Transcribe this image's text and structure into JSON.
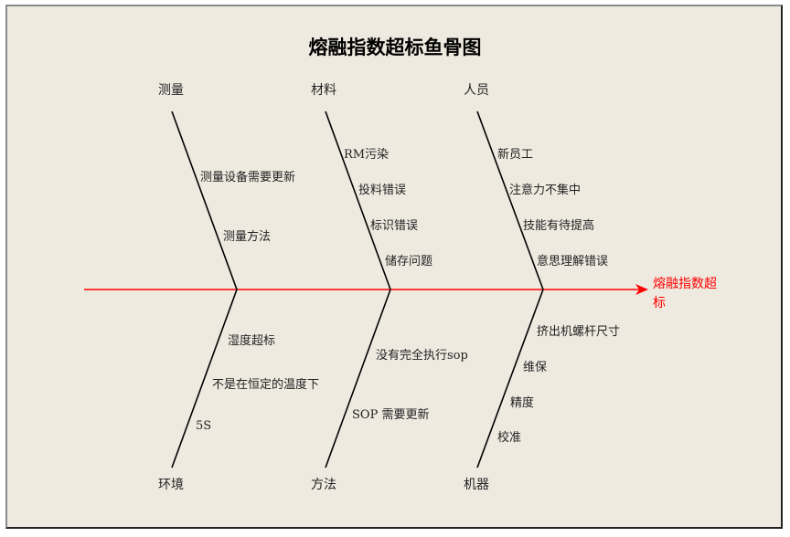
{
  "title": "熔融指数超标鱼骨图",
  "effect": "熔融指数超标",
  "colors": {
    "background": "#eeeae0",
    "spine": "#ff0000",
    "bones": "#000000",
    "effect_text": "#ff0000"
  },
  "categories": {
    "top": [
      {
        "name": "测量",
        "causes": [
          "测量设备需要更新",
          "测量方法"
        ]
      },
      {
        "name": "材料",
        "causes": [
          "RM污染",
          "投料错误",
          "标识错误",
          "储存问题"
        ]
      },
      {
        "name": "人员",
        "causes": [
          "新员工",
          "注意力不集中",
          "技能有待提高",
          "意思理解错误"
        ]
      }
    ],
    "bottom": [
      {
        "name": "环境",
        "causes": [
          "湿度超标",
          "不是在恒定的温度下",
          "5S"
        ]
      },
      {
        "name": "方法",
        "causes": [
          "没有完全执行sop",
          "SOP 需要更新"
        ]
      },
      {
        "name": "机器",
        "causes": [
          "挤出机螺杆尺寸",
          "维保",
          "精度",
          "校准"
        ]
      }
    ]
  }
}
